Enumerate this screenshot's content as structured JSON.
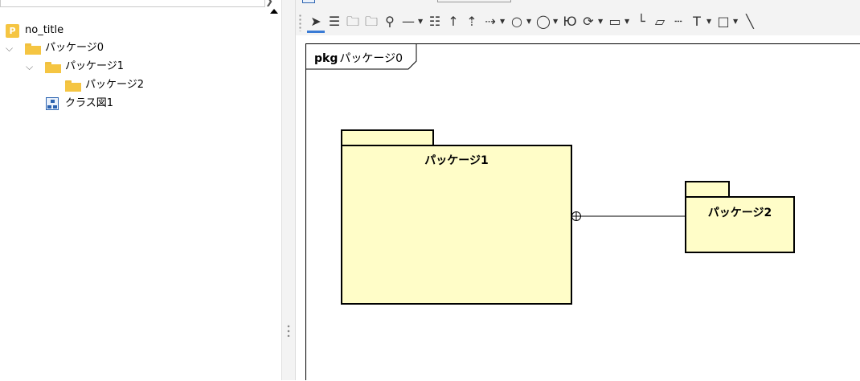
{
  "tree": {
    "project": {
      "label": "no_title",
      "icon": "project-icon"
    },
    "items": [
      {
        "label": "パッケージ0",
        "icon": "folder-icon",
        "expanded": true
      },
      {
        "label": "パッケージ1",
        "icon": "folder-icon",
        "expanded": true
      },
      {
        "label": "パッケージ2",
        "icon": "folder-icon"
      },
      {
        "label": "クラス図1",
        "icon": "class-diagram-icon"
      }
    ]
  },
  "toolbar": {
    "tools": [
      {
        "name": "select-tool",
        "glyph": "➤",
        "active": true
      },
      {
        "name": "class-tool",
        "glyph": "☰"
      },
      {
        "name": "package-tool",
        "glyph": "🗀"
      },
      {
        "name": "subsystem-tool",
        "glyph": "🗀"
      },
      {
        "name": "interface-lollipop-tool",
        "glyph": "⚲"
      },
      {
        "name": "association-tool",
        "glyph": "—",
        "dropdown": true
      },
      {
        "name": "association-class-tool",
        "glyph": "☷"
      },
      {
        "name": "generalization-tool",
        "glyph": "↑"
      },
      {
        "name": "realization-tool",
        "glyph": "⇡"
      },
      {
        "name": "dependency-tool",
        "glyph": "⇢",
        "dropdown": true
      },
      {
        "name": "object-tool",
        "glyph": "○",
        "dropdown": true
      },
      {
        "name": "required-interface-tool",
        "glyph": "◯",
        "dropdown": true
      },
      {
        "name": "boundary-tool",
        "glyph": "Ю"
      },
      {
        "name": "control-tool",
        "glyph": "⟳",
        "dropdown": true
      },
      {
        "name": "entity-tool",
        "glyph": "▭",
        "dropdown": true
      },
      {
        "name": "containment-tool",
        "glyph": "└"
      },
      {
        "name": "note-tool",
        "glyph": "▱"
      },
      {
        "name": "note-anchor-tool",
        "glyph": "┄"
      },
      {
        "name": "text-tool",
        "glyph": "T",
        "dropdown": true
      },
      {
        "name": "rectangle-tool",
        "glyph": "□",
        "dropdown": true
      },
      {
        "name": "line-tool",
        "glyph": "╲"
      }
    ]
  },
  "diagram": {
    "frame": {
      "keyword": "pkg",
      "name": "パッケージ0"
    },
    "packages": [
      {
        "name": "パッケージ1"
      },
      {
        "name": "パッケージ2"
      }
    ],
    "connector": {
      "type": "containment"
    }
  }
}
